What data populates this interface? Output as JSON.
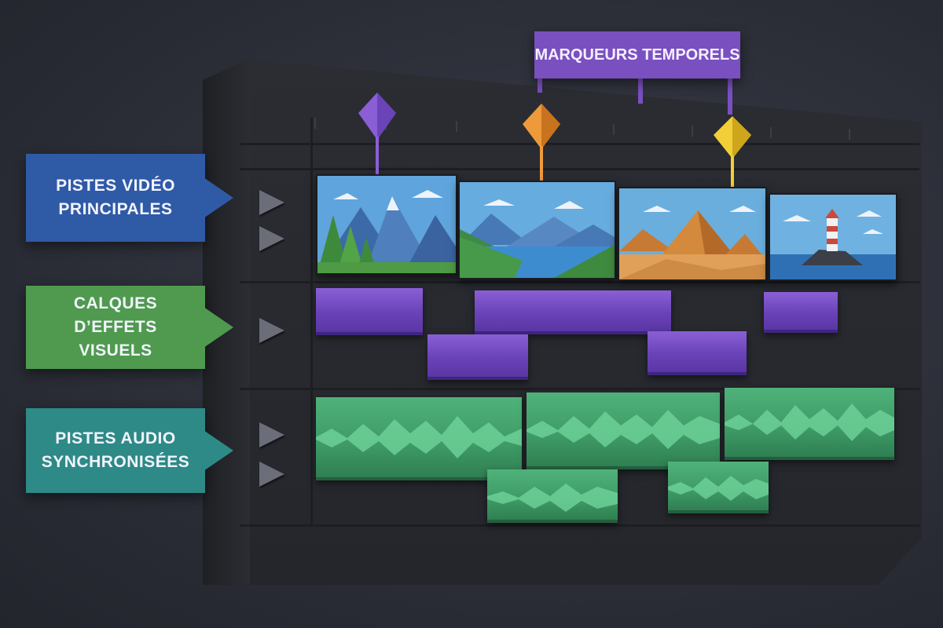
{
  "callouts": {
    "video": "PISTES VIDÉO PRINCIPALES",
    "effects": "CALQUES D’EFFETS VISUELS",
    "audio": "PISTES AUDIO SYNCHRONISÉES"
  },
  "markers": {
    "label": "MARQUEURS TEMPORELS",
    "pins": [
      {
        "color": "#8a5fd6",
        "name": "marker-purple"
      },
      {
        "color": "#e88a2e",
        "name": "marker-orange"
      },
      {
        "color": "#e8c62e",
        "name": "marker-yellow"
      }
    ]
  },
  "colors": {
    "video": "#2f5aa6",
    "effects": "#4f9a4e",
    "audio": "#2e8a86",
    "effect_clip": "#7a4fc0",
    "audio_clip": "#3e9a66",
    "board": "#2b2d33"
  },
  "video_clips": [
    {
      "scene": "mountains-forest"
    },
    {
      "scene": "lake-hills"
    },
    {
      "scene": "desert-pyramids"
    },
    {
      "scene": "lighthouse-sea"
    }
  ]
}
